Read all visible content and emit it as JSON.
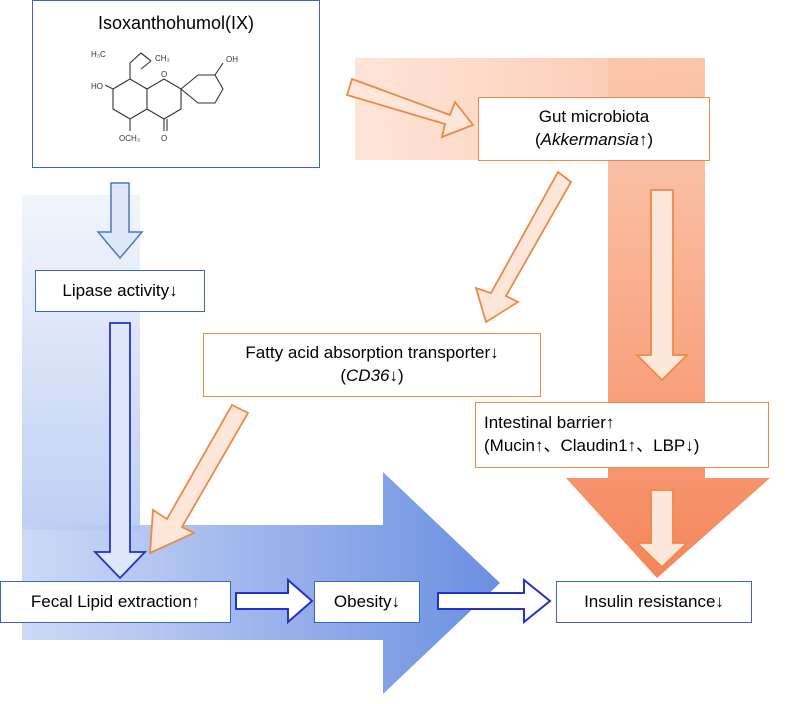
{
  "nodes": {
    "compound": {
      "name": "Isoxanthohumol(IX)"
    },
    "lipase": {
      "label": "Lipase activity↓"
    },
    "gut": {
      "line1": "Gut microbiota",
      "paren_open": "(",
      "italic": "Akkermansia",
      "suffix": "↑)"
    },
    "fatty": {
      "line1": "Fatty acid absorption transporter↓",
      "paren_open": "(",
      "italic": "CD36",
      "suffix": "↓)"
    },
    "barrier": {
      "line1": "Intestinal barrier↑",
      "line2": "(Mucin↑、Claudin1↑、LBP↓)"
    },
    "fecal": {
      "label": "Fecal Lipid extraction↑"
    },
    "obesity": {
      "label": "Obesity↓"
    },
    "insulin": {
      "label": "Insulin resistance↓"
    }
  },
  "structure_labels": {
    "me1": "H₃C",
    "me2": "CH₃",
    "ho_left": "HO",
    "oh_right": "OH",
    "ring_o": "O",
    "methoxy": "OCH₃",
    "carbonyl_o": "O"
  },
  "colors": {
    "blue_border": "#3a67c6",
    "blue_arrow": "#2233cc",
    "orange_border": "#ec8a45",
    "blue_band": "#6a8fe0",
    "orange_band": "#f5855a"
  }
}
